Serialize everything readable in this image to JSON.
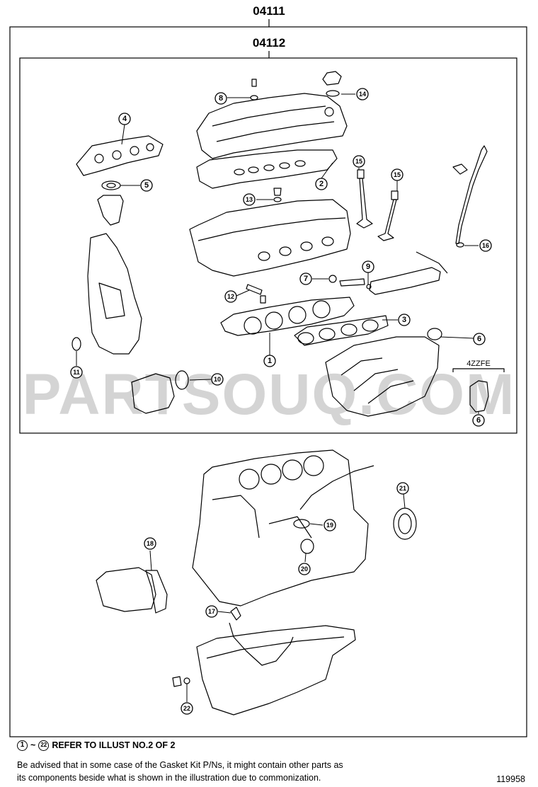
{
  "diagram": {
    "outer_kit_code": "04111",
    "inner_kit_code": "04112",
    "variant_label": "4ZZFE",
    "watermark": "PARTSOUQ.COM",
    "callouts": {
      "c1": "1",
      "c2": "2",
      "c3": "3",
      "c4": "4",
      "c5": "5",
      "c6a": "6",
      "c6b": "6",
      "c7": "7",
      "c8": "8",
      "c9": "9",
      "c10": "10",
      "c11": "11",
      "c12": "12",
      "c13": "13",
      "c14": "14",
      "c15a": "15",
      "c15b": "15",
      "c16": "16",
      "c17": "17",
      "c18": "18",
      "c19": "19",
      "c20": "20",
      "c21": "21",
      "c22": "22"
    }
  },
  "footer": {
    "ref_start": "1",
    "ref_tilde": "~",
    "ref_end": "22",
    "ref_text": "REFER TO ILLUST NO.2 OF 2",
    "note_line1": "Be advised that in some case of the Gasket Kit P/Ns,  it might contain other parts as",
    "note_line2": "its components beside what is shown in the illustration due to commonization.",
    "illustration_id": "119958"
  }
}
